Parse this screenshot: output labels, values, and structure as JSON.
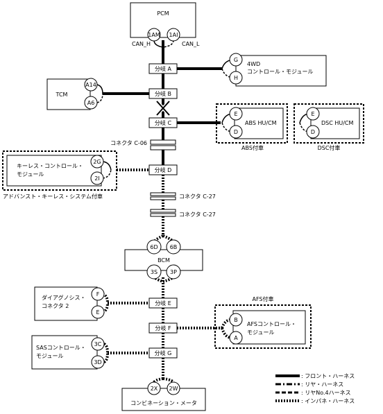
{
  "modules": {
    "pcm": "PCM",
    "tcm": "TCM",
    "fwd": [
      "4WD",
      "コントロール・モジュール"
    ],
    "abs": "ABS HU/CM",
    "dsc": "DSC HU/CM",
    "keyless": [
      "キーレス・コントロール・",
      "モジュール"
    ],
    "bcm": "BCM",
    "diag": [
      "ダイアグノシス・",
      "コネクタ 2"
    ],
    "afs": [
      "AFSコントロール・",
      "モジュール"
    ],
    "sas": [
      "SASコントロール・",
      "モジュール"
    ],
    "meter": "コンビネーション・メータ"
  },
  "pins": {
    "pcm_h": "1AM",
    "pcm_l": "1AI",
    "fwd_a": "G",
    "fwd_b": "H",
    "tcm_a": "A14",
    "tcm_b": "A6",
    "abs_a": "E",
    "abs_b": "D",
    "dsc_a": "E",
    "dsc_b": "D",
    "keyless_a": "2G",
    "keyless_b": "2I",
    "bcm_a": "6D",
    "bcm_b": "6B",
    "bcm_c": "3S",
    "bcm_d": "3P",
    "diag_a": "F",
    "diag_b": "E",
    "afs_a": "B",
    "afs_b": "A",
    "sas_a": "3C",
    "sas_b": "3D",
    "meter_a": "2X",
    "meter_b": "2W"
  },
  "signals": {
    "can_h": "CAN_H",
    "can_l": "CAN_L"
  },
  "branches": {
    "a": "分岐 A",
    "b": "分岐 B",
    "c": "分岐 C",
    "d": "分岐 D",
    "e": "分岐 E",
    "f": "分岐 F",
    "g": "分岐 G"
  },
  "connectors": {
    "c06": "コネクタ C-06",
    "c27a": "コネクタ C-27",
    "c27b": "コネクタ C-27"
  },
  "options": {
    "abs": "ABS付車",
    "dsc": "DSC付車",
    "keyless": "アドバンスト・キーレス・システム付車",
    "afs": "AFS付車"
  },
  "legend": {
    "front": ": フロント・ハーネス",
    "rear": ": リヤ・ハーネス",
    "rear4": ": リヤNo.4ハーネス",
    "inst": ": インパネ・ハーネス"
  }
}
